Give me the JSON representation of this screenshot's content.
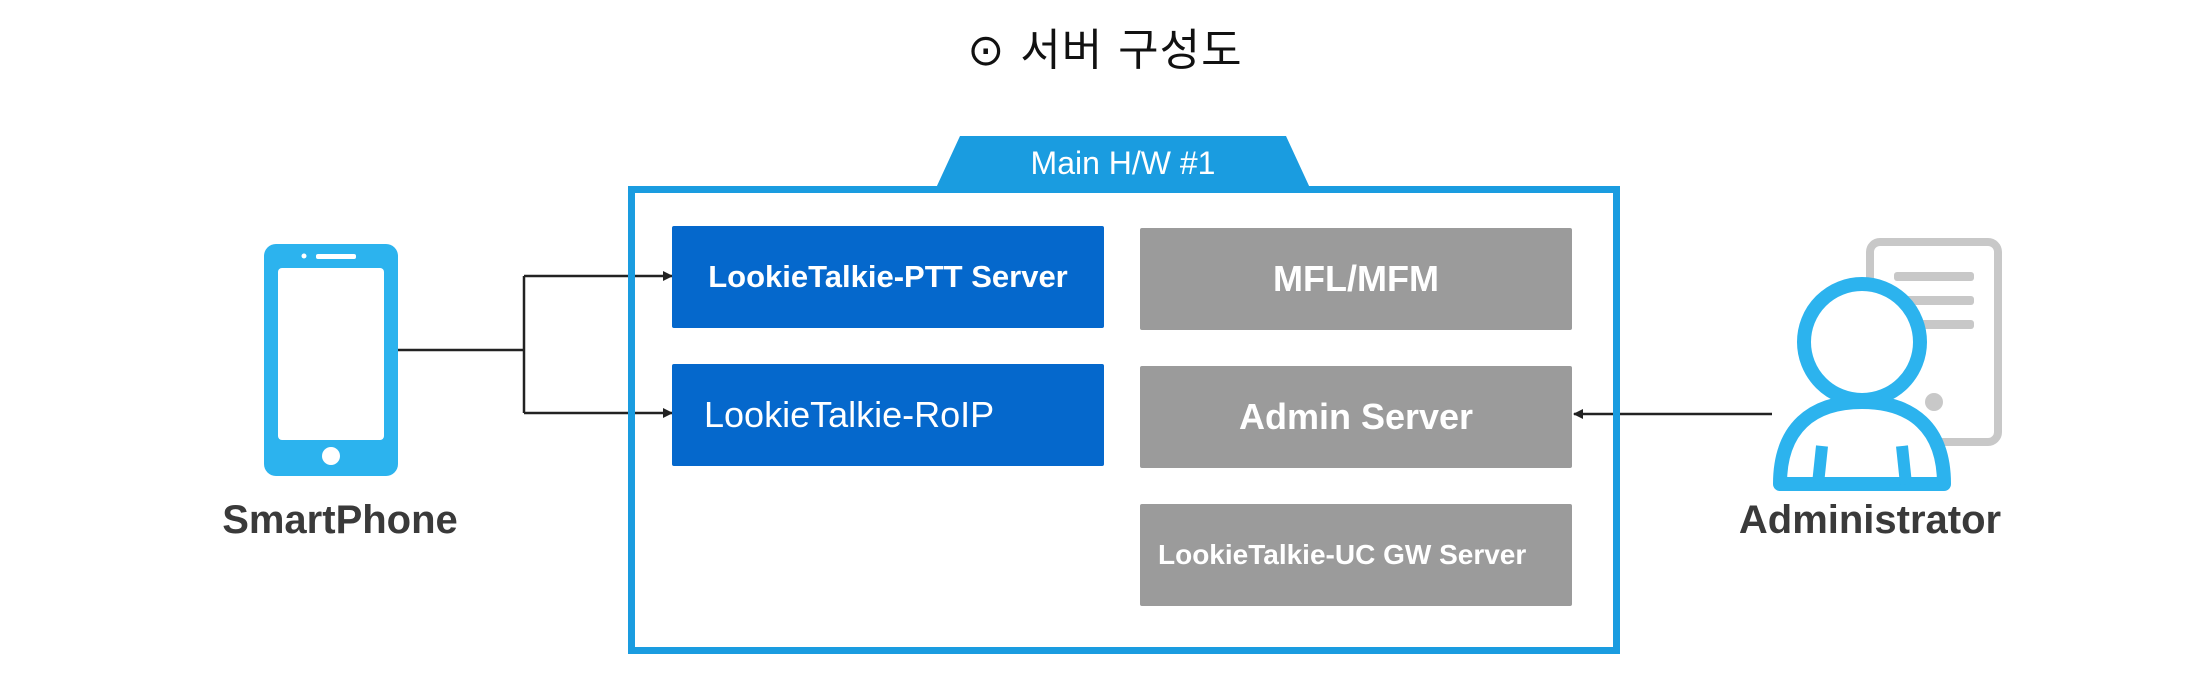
{
  "title": "⊙ 서버 구성도",
  "main_hw": {
    "label": "Main H/W #1"
  },
  "servers": {
    "ptt": "LookieTalkie-PTT Server",
    "roip": "LookieTalkie-RoIP",
    "mfl": "MFL/MFM",
    "admin": "Admin Server",
    "uc": "LookieTalkie-UC GW Server"
  },
  "actors": {
    "smartphone": "SmartPhone",
    "administrator": "Administrator"
  },
  "colors": {
    "container_border": "#1a9ce0",
    "blue_box": "#0568cc",
    "gray_box": "#9b9b9b",
    "icon_blue": "#2cb3ee",
    "icon_gray": "#c8c8c8"
  },
  "icons": [
    "smartphone-icon",
    "user-icon",
    "server-icon"
  ]
}
